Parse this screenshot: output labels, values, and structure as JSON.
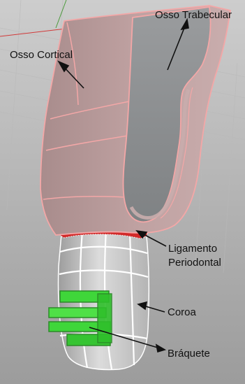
{
  "labels": {
    "trabecular": "Osso Trabecular",
    "cortical": "Osso Cortical",
    "ligament_line1": "Ligamento",
    "ligament_line2": "Periodontal",
    "crown": "Coroa",
    "bracket": "Bráquete"
  },
  "colors": {
    "background_top": "#c9c9c9",
    "background_bottom": "#9a9a9a",
    "cortical_bone": "#b99c9c",
    "trabecular_bone": "#8e9193",
    "outline": "#f3a7a7",
    "ligament": "#d22a2a",
    "crown": "#c6c6c6",
    "bracket": "#3fd63a",
    "axis_red": "#d13a3a",
    "axis_green": "#4a9a3a"
  }
}
